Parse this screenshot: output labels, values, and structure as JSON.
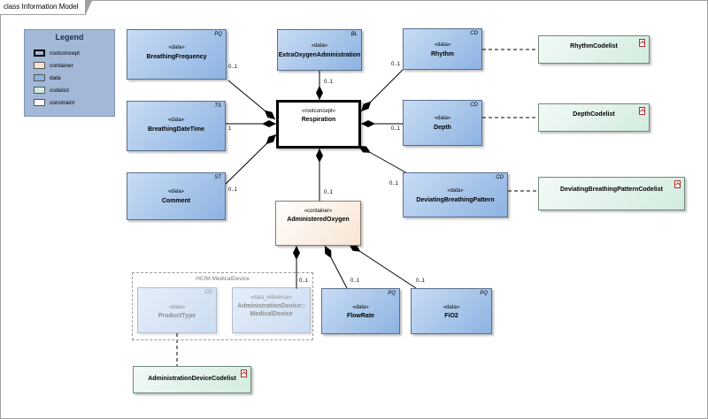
{
  "frame_title": "class Information Model",
  "legend": {
    "title": "Legend",
    "items": [
      {
        "label": "rootconcept",
        "color": "#ffffff"
      },
      {
        "label": "container",
        "color": "#f9e4d2"
      },
      {
        "label": "data",
        "color": "#8db3e2"
      },
      {
        "label": "codelist",
        "color": "#d3ecdf"
      },
      {
        "label": "constraint",
        "color": "#ffffff"
      }
    ]
  },
  "group": {
    "title": "HCIM MedicalDevice"
  },
  "boxes": {
    "breathing_frequency": {
      "stereo": "«data»",
      "name": "BreathingFrequency",
      "type": "PQ"
    },
    "extra_oxygen": {
      "stereo": "«data»",
      "name": "ExtraOxygenAdministration",
      "type": "BL"
    },
    "rhythm": {
      "stereo": "«data»",
      "name": "Rhythm",
      "type": "CD"
    },
    "rhythm_codelist": {
      "name": "RhythmCodelist"
    },
    "breathing_datetime": {
      "stereo": "«data»",
      "name": "BreathingDateTime",
      "type": "TS"
    },
    "respiration": {
      "stereo": "«rootconcept»",
      "name": "Respiration"
    },
    "depth": {
      "stereo": "«data»",
      "name": "Depth",
      "type": "CD"
    },
    "depth_codelist": {
      "name": "DepthCodelist"
    },
    "comment": {
      "stereo": "«data»",
      "name": "Comment",
      "type": "ST"
    },
    "administered_oxygen": {
      "stereo": "«container»",
      "name": "AdministeredOxygen"
    },
    "deviating_pattern": {
      "stereo": "«data»",
      "name": "DeviatingBreathingPattern",
      "type": "CD"
    },
    "deviating_codelist": {
      "name": "DeviatingBreathingPatternCodelist"
    },
    "product_type": {
      "stereo": "«data»",
      "name": "ProductType",
      "type": "CD"
    },
    "admin_device": {
      "stereo": "«data_reference»",
      "name1": "AdministrationDevice::",
      "name2": "MedicalDevice"
    },
    "flow_rate": {
      "stereo": "«data»",
      "name": "FlowRate",
      "type": "PQ"
    },
    "fio2": {
      "stereo": "«data»",
      "name": "FiO2",
      "type": "PQ"
    },
    "admin_device_codelist": {
      "name": "AdministrationDeviceCodelist"
    }
  },
  "multiplicities": {
    "bf": "0..1",
    "extra": "0..1",
    "rhythm": "0..1",
    "bdt": "1",
    "depth": "0..1",
    "comment": "0..1",
    "ao": "0..1",
    "dev": "0..1",
    "admin": "0..1",
    "flow": "0..1",
    "fio2": "0..1"
  }
}
